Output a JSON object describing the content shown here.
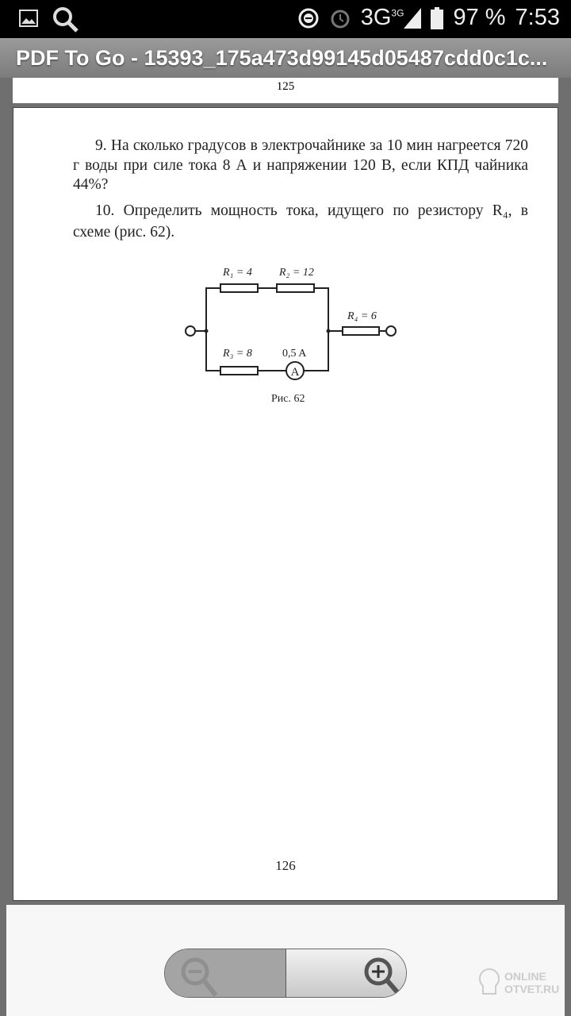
{
  "status_bar": {
    "network": "3G",
    "network_sup": "3G",
    "battery": "97 %",
    "time": "7:53"
  },
  "title_bar": {
    "title": "PDF To Go - 15393_175a473d99145d05487cdd0c1c..."
  },
  "prev_page": {
    "page_number": "125"
  },
  "page": {
    "problem9": "9. На сколько градусов в электрочайнике за 10 мин нагреется 720 г воды при силе тока 8 А и напряжении 120 В, если КПД чайника 44%?",
    "problem10": "10. Определить мощность тока, идущего по резистору R₄, в схеме (рис. 62).",
    "figure": {
      "r1": "R₁ = 4",
      "r2": "R₂ = 12",
      "r3": "R₃ = 8",
      "r4": "R₄ = 6",
      "ammeter_reading": "0,5 A",
      "ammeter_symbol": "A",
      "caption": "Рис. 62"
    },
    "page_number": "126"
  },
  "zoom_controls": {
    "zoom_out": "zoom-out",
    "zoom_in": "zoom-in"
  },
  "watermark": {
    "line1": "ONLINE",
    "line2": "OTVET.RU"
  }
}
